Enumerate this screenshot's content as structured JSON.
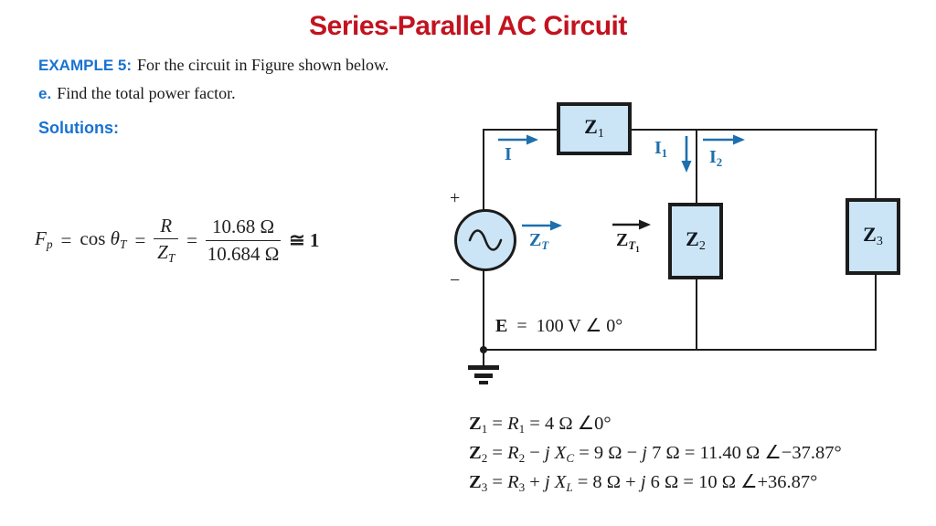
{
  "slide": {
    "title": "Series-Parallel AC Circuit",
    "example": {
      "label": "EXAMPLE 5",
      "colon": ":",
      "text": "For the circuit in Figure shown below."
    },
    "item": {
      "label": "e.",
      "text": "Find the total power factor."
    },
    "solutions": "Solutions:"
  },
  "colors": {
    "title_red": "#c2131f",
    "accent_blue": "#1872d2",
    "circuit_blue": "#1e6fad",
    "box_fill": "#cbe5f6",
    "line_dark": "#1c1c1c"
  },
  "formula": {
    "fp": [
      {
        "t": "F",
        "i": 1
      },
      {
        "t": "p",
        "sub": 1,
        "i": 1
      }
    ],
    "eq": "=",
    "cos": [
      {
        "t": "cos "
      },
      {
        "t": "θ",
        "i": 1
      },
      {
        "t": "T",
        "sub": 1,
        "i": 1
      }
    ],
    "frac1": {
      "num": [
        {
          "t": "R",
          "i": 1
        }
      ],
      "den": [
        {
          "t": "Z",
          "i": 1
        },
        {
          "t": "T",
          "sub": 1,
          "i": 1
        }
      ]
    },
    "frac2": {
      "num": [
        {
          "t": "10.68 Ω"
        }
      ],
      "den": [
        {
          "t": "10.684 Ω"
        }
      ]
    },
    "approx": [
      {
        "t": "≅ 1",
        "b": 1
      }
    ]
  },
  "circuit": {
    "source": {
      "plus": "+",
      "minus": "−",
      "e_label": [
        {
          "t": "E",
          "b": 1
        },
        {
          "t": "  =  100 V ∠ 0°"
        }
      ]
    },
    "boxes": [
      {
        "label": [
          {
            "t": "Z",
            "b": 1
          },
          {
            "t": "1",
            "sub": 1
          }
        ]
      },
      {
        "label": [
          {
            "t": "Z",
            "b": 1
          },
          {
            "t": "2",
            "sub": 1
          }
        ]
      },
      {
        "label": [
          {
            "t": "Z",
            "b": 1
          },
          {
            "t": "3",
            "sub": 1
          }
        ]
      }
    ],
    "currents": {
      "i": [
        {
          "t": "I",
          "b": 1
        }
      ],
      "i1": [
        {
          "t": "I",
          "b": 1
        },
        {
          "t": "1",
          "sub": 1
        }
      ],
      "i2": [
        {
          "t": "I",
          "b": 1
        },
        {
          "t": "2",
          "sub": 1
        }
      ],
      "zt": [
        {
          "t": "Z",
          "b": 1
        },
        {
          "t": "T",
          "sub": 1,
          "i": 1
        }
      ],
      "zt1": [
        {
          "t": "Z",
          "b": 1
        },
        {
          "t": "T",
          "sub": 1,
          "i": 1
        },
        {
          "t": "1",
          "sub2": 1
        }
      ]
    }
  },
  "equations": [
    {
      "segments": [
        {
          "t": "Z",
          "b": 1
        },
        {
          "t": "1",
          "sub": 1
        },
        {
          "t": " = "
        },
        {
          "t": "R",
          "i": 1
        },
        {
          "t": "1",
          "sub": 1
        },
        {
          "t": " = 4 Ω ∠0°"
        }
      ]
    },
    {
      "segments": [
        {
          "t": "Z",
          "b": 1
        },
        {
          "t": "2",
          "sub": 1
        },
        {
          "t": " = "
        },
        {
          "t": "R",
          "i": 1
        },
        {
          "t": "2",
          "sub": 1
        },
        {
          "t": " − "
        },
        {
          "t": "j X",
          "i": 1
        },
        {
          "t": "C",
          "sub": 1,
          "i": 1
        },
        {
          "t": " = 9 Ω − "
        },
        {
          "t": "j",
          "i": 1
        },
        {
          "t": " 7 Ω = 11.40 Ω ∠−37.87°"
        }
      ]
    },
    {
      "segments": [
        {
          "t": "Z",
          "b": 1
        },
        {
          "t": "3",
          "sub": 1
        },
        {
          "t": " = "
        },
        {
          "t": "R",
          "i": 1
        },
        {
          "t": "3",
          "sub": 1
        },
        {
          "t": " + "
        },
        {
          "t": "j X",
          "i": 1
        },
        {
          "t": "L",
          "sub": 1,
          "i": 1
        },
        {
          "t": " = 8 Ω + "
        },
        {
          "t": "j",
          "i": 1
        },
        {
          "t": " 6 Ω = 10 Ω ∠+36.87°"
        }
      ]
    }
  ]
}
